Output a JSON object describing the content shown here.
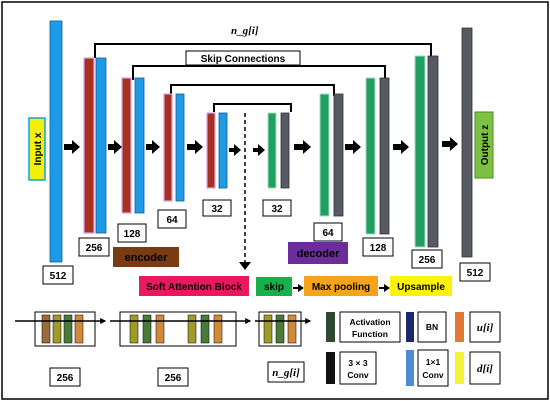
{
  "labels": {
    "ng_top": "n_g[i]",
    "skip_connections": "Skip Connections",
    "input": "Input x",
    "output": "Output z",
    "encoder": "encoder",
    "decoder": "decoder",
    "sizes": {
      "s512a": "512",
      "s256a": "256",
      "s128a": "128",
      "s64a": "64",
      "s32a": "32",
      "s32b": "32",
      "s64b": "64",
      "s128b": "128",
      "s256b": "256",
      "s512b": "512"
    }
  },
  "ops": {
    "attention": "Soft Attention Block",
    "skip": "skip",
    "maxpool": "Max pooling",
    "upsample": "Upsample"
  },
  "legend": {
    "activation_line1": "Activation",
    "activation_line2": "Function",
    "bn": "BN",
    "u": "u[i]",
    "conv3_line1": "3 × 3",
    "conv3_line2": "Conv",
    "conv1_line1": "1×1",
    "conv1_line2": "Conv",
    "d": "d[i]"
  },
  "detail": {
    "label_256a": "256",
    "label_256b": "256",
    "label_ng": "n_g[i]"
  },
  "colors": {
    "dark_red": "#a5311f",
    "blue": "#1e9ae6",
    "green": "#20a060",
    "gray": "#555a63",
    "input_yellow": "#f2ef0c",
    "output_green": "#7dc142",
    "encoder_brown": "#7b3b12",
    "decoder_purple": "#6a2d9a",
    "attention_pink": "#e8195e",
    "skip_green": "#17b04b",
    "maxpool_orange": "#f5a31a",
    "upsample_yellow": "#fef20a"
  }
}
